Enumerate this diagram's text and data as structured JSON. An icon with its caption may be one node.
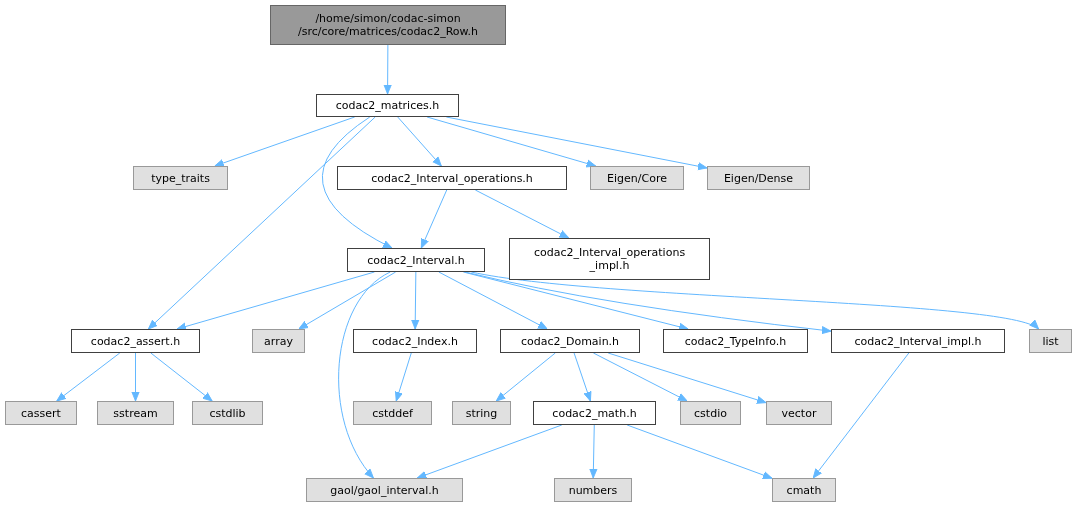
{
  "diagram": {
    "nodes": [
      {
        "text": [
          "/home/simon/codac-simon /src/core/matrices/codac2_Row.h"
        ]
      },
      {
        "text": [
          "codac2_matrices.h"
        ]
      },
      {
        "text": [
          "type_traits"
        ]
      },
      {
        "text": [
          "codac2_Interval_operations.h"
        ]
      },
      {
        "text": [
          "Eigen/Core"
        ]
      },
      {
        "text": [
          "Eigen/Dense"
        ]
      },
      {
        "text": [
          "codac2_Interval.h"
        ]
      },
      {
        "text": [
          "codac2_Interval_operations _impl.h"
        ]
      },
      {
        "text": [
          "codac2_assert.h"
        ]
      },
      {
        "text": [
          "array"
        ]
      },
      {
        "text": [
          "codac2_Index.h"
        ]
      },
      {
        "text": [
          "codac2_Domain.h"
        ]
      },
      {
        "text": [
          "codac2_TypeInfo.h"
        ]
      },
      {
        "text": [
          "codac2_Interval_impl.h"
        ]
      },
      {
        "text": [
          "list"
        ]
      },
      {
        "text": [
          "cassert"
        ]
      },
      {
        "text": [
          "sstream"
        ]
      },
      {
        "text": [
          "cstdlib"
        ]
      },
      {
        "text": [
          "cstddef"
        ]
      },
      {
        "text": [
          "string"
        ]
      },
      {
        "text": [
          "codac2_math.h"
        ]
      },
      {
        "text": [
          "cstdio"
        ]
      },
      {
        "text": [
          "vector"
        ]
      },
      {
        "text": [
          "gaol/gaol_interval.h"
        ]
      },
      {
        "text": [
          "numbers"
        ]
      },
      {
        "text": [
          "cmath"
        ]
      }
    ],
    "edges": [
      {
        "from": 0,
        "to": 1,
        "arrow": "to"
      },
      {
        "from": 1,
        "to": 2,
        "arrow": "to"
      },
      {
        "from": 1,
        "to": 3,
        "arrow": "to"
      },
      {
        "from": 1,
        "to": 4,
        "arrow": "to"
      },
      {
        "from": 1,
        "to": 5,
        "arrow": "to"
      },
      {
        "from": 1,
        "to": 6,
        "arrow": "to"
      },
      {
        "from": 1,
        "to": 8,
        "arrow": "to"
      },
      {
        "from": 3,
        "to": 6,
        "arrow": "to"
      },
      {
        "from": 3,
        "to": 7,
        "arrow": "to"
      },
      {
        "from": 6,
        "to": 8,
        "arrow": "to"
      },
      {
        "from": 6,
        "to": 9,
        "arrow": "to"
      },
      {
        "from": 6,
        "to": 10,
        "arrow": "to"
      },
      {
        "from": 6,
        "to": 11,
        "arrow": "to"
      },
      {
        "from": 6,
        "to": 12,
        "arrow": "to"
      },
      {
        "from": 6,
        "to": 13,
        "arrow": "to"
      },
      {
        "from": 6,
        "to": 14,
        "arrow": "to"
      },
      {
        "from": 6,
        "to": 23,
        "arrow": "to"
      },
      {
        "from": 8,
        "to": 15,
        "arrow": "to"
      },
      {
        "from": 8,
        "to": 16,
        "arrow": "to"
      },
      {
        "from": 8,
        "to": 17,
        "arrow": "to"
      },
      {
        "from": 10,
        "to": 18,
        "arrow": "to"
      },
      {
        "from": 11,
        "to": 19,
        "arrow": "to"
      },
      {
        "from": 11,
        "to": 20,
        "arrow": "to"
      },
      {
        "from": 11,
        "to": 21,
        "arrow": "to"
      },
      {
        "from": 11,
        "to": 22,
        "arrow": "to"
      },
      {
        "from": 20,
        "to": 23,
        "arrow": "to"
      },
      {
        "from": 20,
        "to": 24,
        "arrow": "to"
      },
      {
        "from": 20,
        "to": 25,
        "arrow": "to"
      },
      {
        "from": 13,
        "to": 25,
        "arrow": "to"
      }
    ]
  }
}
